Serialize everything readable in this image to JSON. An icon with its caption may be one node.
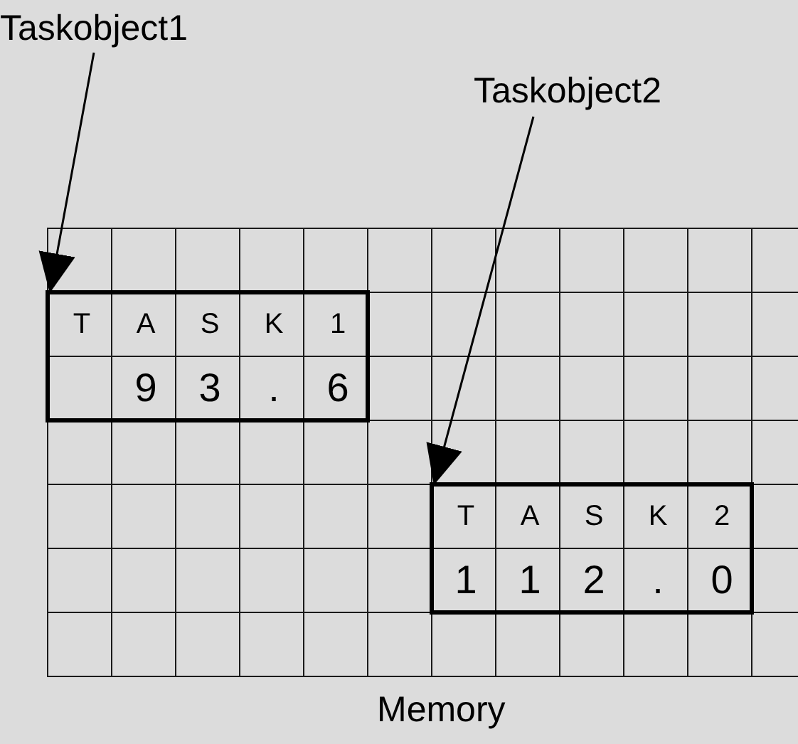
{
  "diagram": {
    "nodes": [
      {
        "text": [
          "Taskobject1"
        ]
      },
      {
        "text": [
          "Taskobject2"
        ]
      },
      {
        "text": [
          "Memory"
        ]
      },
      {
        "text": [
          "T A S K 1",
          "9 3 . 6"
        ],
        "in": 2
      },
      {
        "text": [
          "T A S K 2",
          "1 1 2 . 0"
        ],
        "in": 2
      }
    ],
    "edges": [
      {
        "from": 0,
        "to": 3,
        "arrow": "to"
      },
      {
        "from": 1,
        "to": 4,
        "arrow": "to"
      }
    ]
  }
}
